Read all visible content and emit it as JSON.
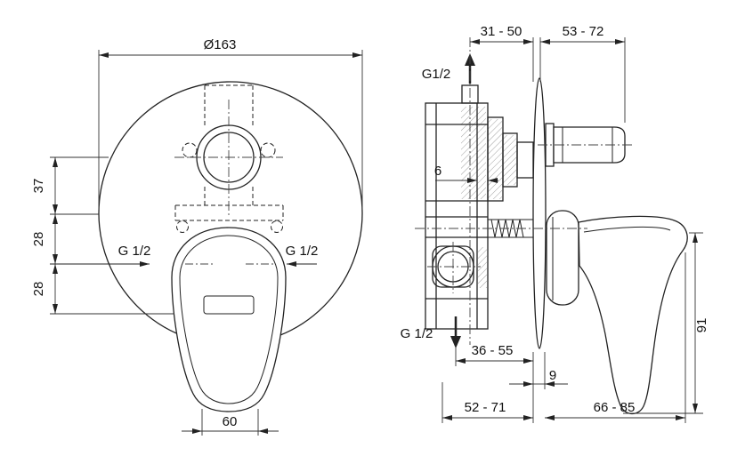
{
  "front_view": {
    "dim_diameter": "Ø163",
    "dim_37": "37",
    "dim_28_a": "28",
    "dim_28_b": "28",
    "label_g12_left": "G 1/2",
    "label_g12_right": "G 1/2",
    "dim_60": "60"
  },
  "side_view": {
    "dim_31_50": "31 - 50",
    "dim_53_72": "53 - 72",
    "label_g12_top": "G1/2",
    "dim_6": "6",
    "label_g12_bottom": "G 1/2",
    "dim_36_55": "36 - 55",
    "dim_9": "9",
    "dim_52_71": "52 - 71",
    "dim_66_85": "66 - 85",
    "dim_91": "91"
  },
  "colors": {
    "line": "#222222",
    "dim_line": "#333333",
    "background": "#ffffff"
  }
}
